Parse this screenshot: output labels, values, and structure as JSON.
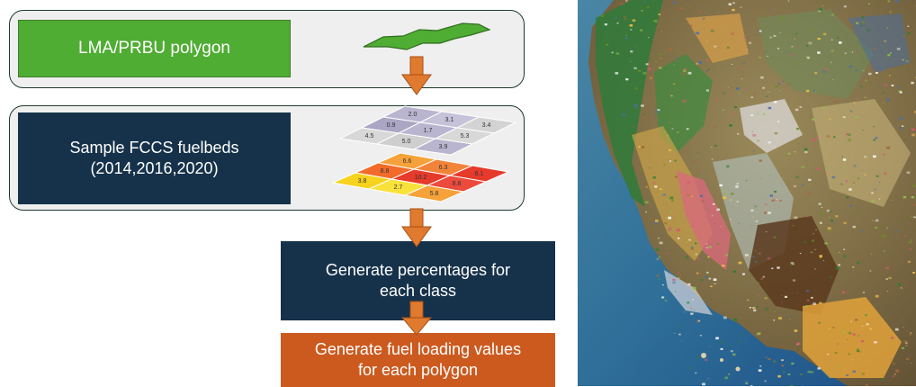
{
  "flow": {
    "step1": "LMA/PRBU polygon",
    "step2": "Sample FCCS fuelbeds\n(2014,2016,2020)",
    "step3": "Generate percentages for\neach class",
    "step4": "Generate fuel loading values\nfor each polygon"
  },
  "grid_top_values": [
    "2.0",
    "3.1",
    "3.4",
    "0.9",
    "1.7",
    "5.3",
    "4.5",
    "5.0",
    "3.9"
  ],
  "grid_bottom_values": [
    "6.6",
    "6.3",
    "6.1",
    "8.8",
    "10.2",
    "8.8",
    "3.8",
    "2.7",
    "5.8"
  ],
  "colors": {
    "panel_bg": "#efefef",
    "panel_border": "#1f3a2b",
    "green_box": "#4fad33",
    "navy_box": "#16324a",
    "orange_box": "#cc5a1f",
    "arrow": "#e07a2e",
    "grid_top": "#b9b5cf",
    "grid_gray": "#d8d8d8",
    "heat_red": "#e63a2b",
    "heat_orange": "#f26b2a",
    "heat_yellow": "#f7d21e"
  },
  "icons": {
    "polygon": "green-polygon-shape",
    "map": "western-us-fuelbed-map"
  }
}
